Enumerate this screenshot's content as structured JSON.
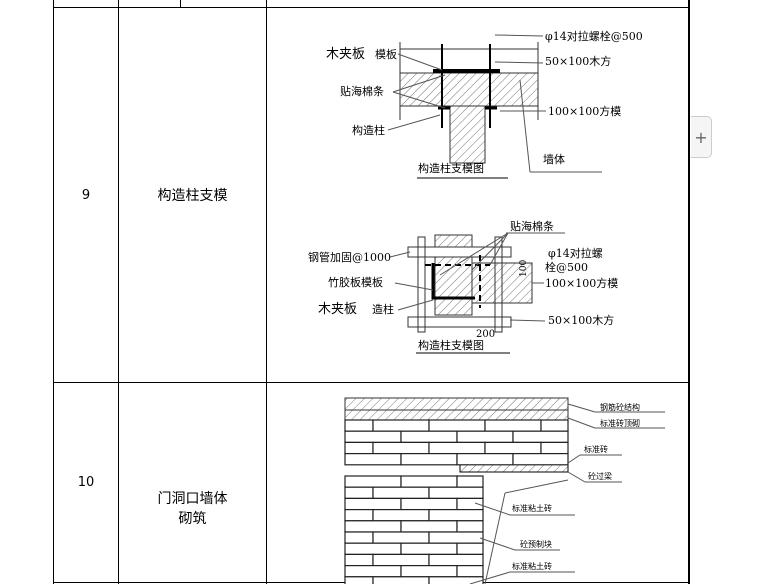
{
  "rows": [
    {
      "number": "9",
      "item": "构造柱支模",
      "diagram1": {
        "labels": {
          "wood_clamp": "木夹板",
          "formwork": "模板",
          "bolt": "φ14对拉螺栓@500",
          "timber": "50×100木方",
          "sponge": "贴海棉条",
          "square_mold": "100×100方模",
          "column": "构造柱",
          "wall": "墙体",
          "caption": "构造柱支模图"
        }
      },
      "diagram2": {
        "labels": {
          "sponge": "贴海棉条",
          "steel_pipe": "钢管加固@1000",
          "bolt_line1": "φ14对拉螺",
          "bolt_line2": "栓@500",
          "square_mold": "100×100方模",
          "bamboo": "竹胶板模板",
          "wood_clamp": "木夹板",
          "column": "造柱",
          "timber": "50×100木方",
          "dim_200": "200",
          "dim_100": "100",
          "caption": "构造柱支模图"
        }
      }
    },
    {
      "number": "10",
      "item_line1": "门洞口墙体",
      "item_line2": "砌筑",
      "diagram": {
        "labels": {
          "rc_structure": "钢筋砼结构",
          "top_brick": "标准砖顶砌",
          "std_brick": "标准砖",
          "lintel": "砼过梁",
          "clay_brick_1": "标准粘土砖",
          "precast_block": "砼预制块",
          "clay_brick_2": "标准粘土砖"
        }
      }
    }
  ],
  "ui": {
    "add_icon": "plus-icon"
  }
}
